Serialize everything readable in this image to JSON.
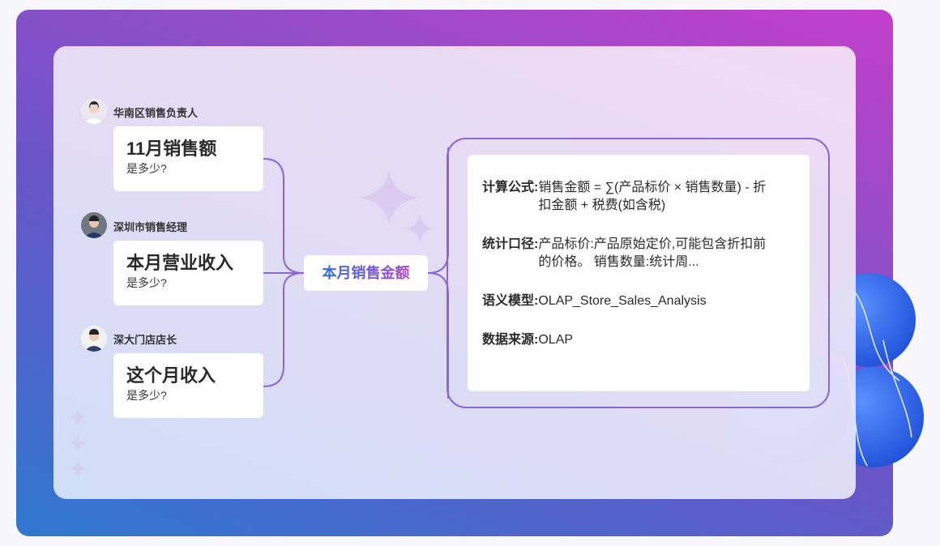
{
  "questions": [
    {
      "person": "华南区销售负责人",
      "question": "11月销售额",
      "sub": "是多少?"
    },
    {
      "person": "深圳市销售经理",
      "question": "本月营业收入",
      "sub": "是多少?"
    },
    {
      "person": "深大门店店长",
      "question": "这个月收入",
      "sub": "是多少?"
    }
  ],
  "metric": "本月销售金额",
  "details": [
    {
      "label": "计算公式:",
      "value": "销售金额 = ∑(产品标价 × 销售数量) - 折扣金额 + 税费(如含税)"
    },
    {
      "label": "统计口径:",
      "value": "产品标价:产品原始定价,可能包含折扣前的价格。 销售数量:统计周..."
    },
    {
      "label": "语义模型:",
      "value": "OLAP_Store_Sales_Analysis"
    },
    {
      "label": "数据来源:",
      "value": "OLAP"
    }
  ],
  "colors": {
    "accent": "#8c66d4",
    "blob": "#3a6ff0"
  }
}
